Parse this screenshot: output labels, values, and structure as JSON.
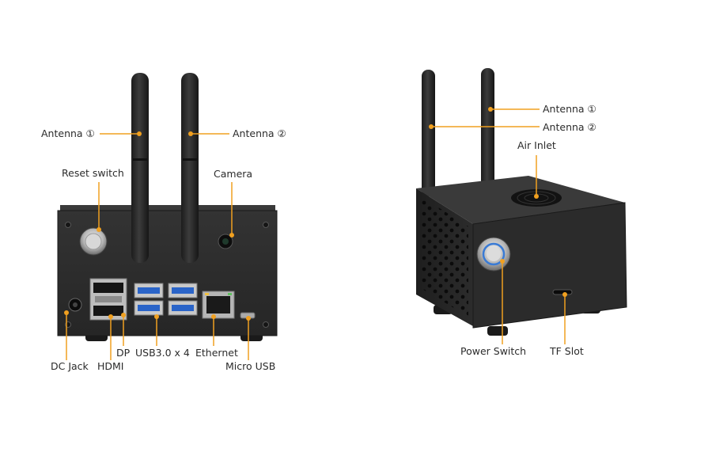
{
  "front_view": {
    "labels": {
      "antenna_1": "Antenna ①",
      "antenna_2": "Antenna ②",
      "reset_switch": "Reset switch",
      "camera": "Camera",
      "dc_jack": "DC Jack",
      "hdmi": "HDMI",
      "dp": "DP",
      "usb3": "USB3.0 x 4",
      "ethernet": "Ethernet",
      "micro_usb": "Micro USB"
    }
  },
  "side_view": {
    "labels": {
      "antenna_1": "Antenna ①",
      "antenna_2": "Antenna ②",
      "air_inlet": "Air Inlet",
      "power_switch": "Power Switch",
      "tf_slot": "TF Slot"
    }
  },
  "colors": {
    "leader_line": "#f0a020",
    "case_body": "#2a2a2a",
    "label_text": "#2b2b2b"
  }
}
